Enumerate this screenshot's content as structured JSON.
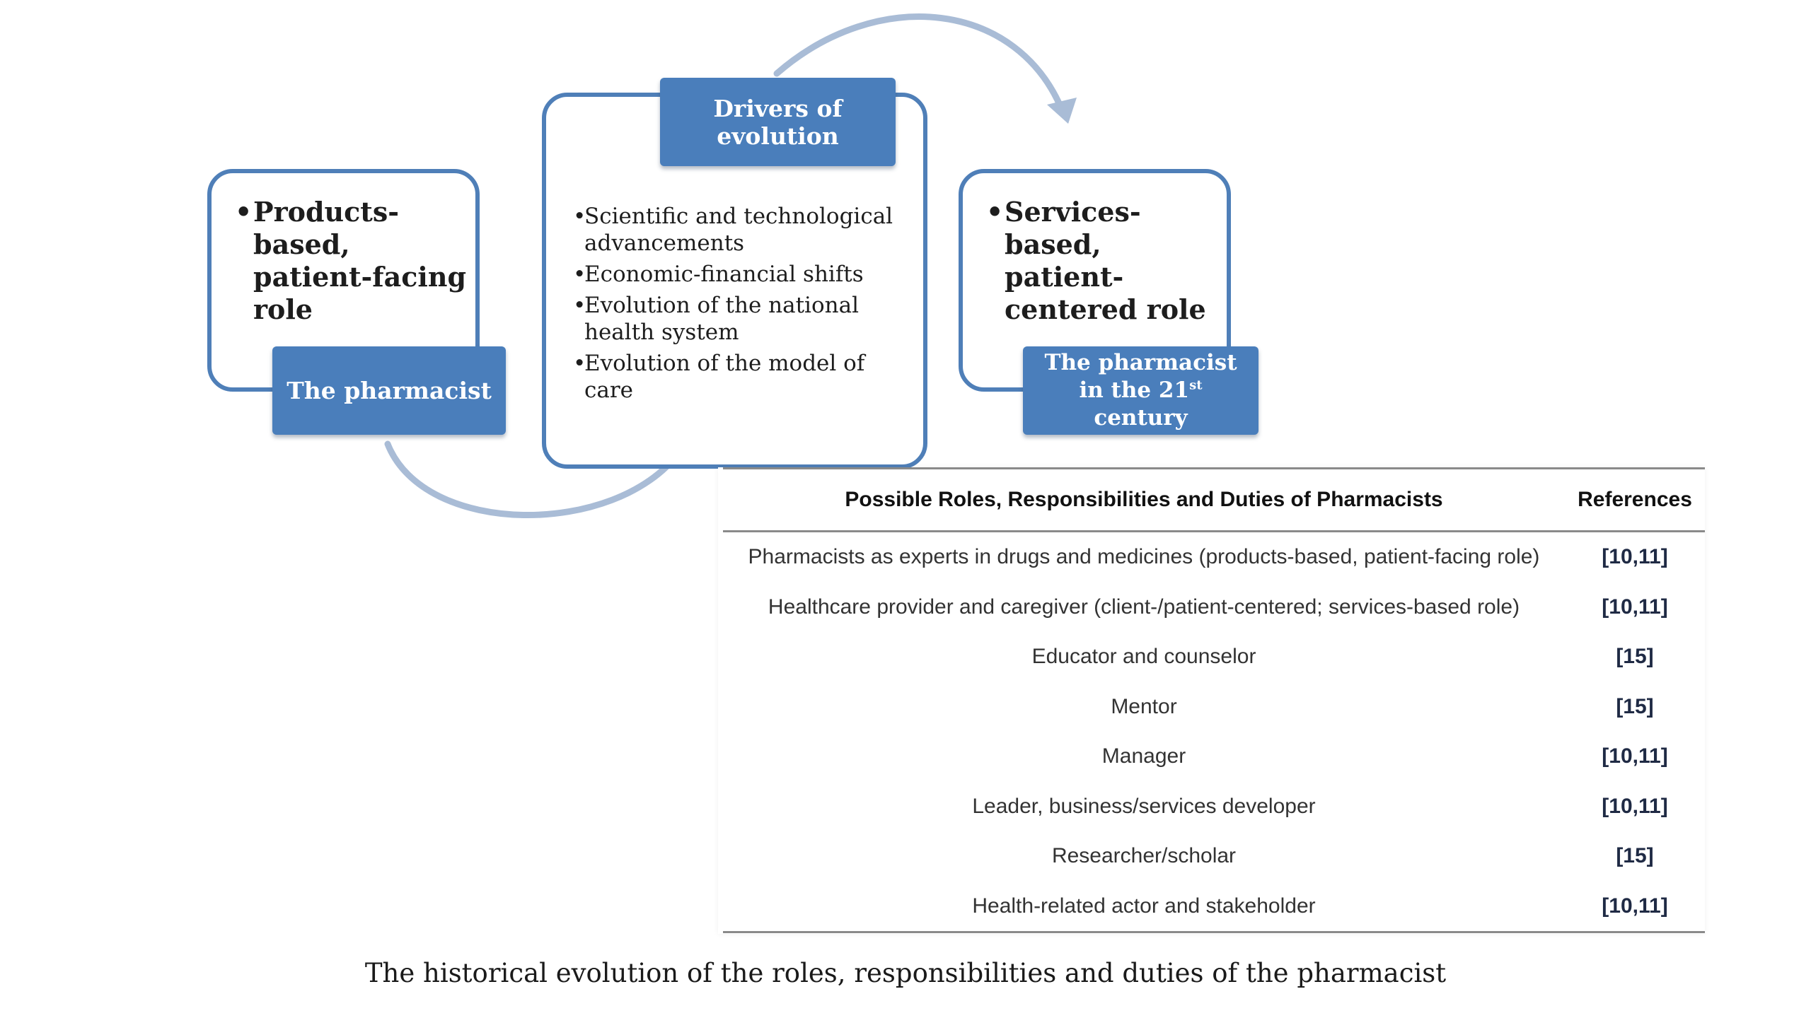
{
  "diagram": {
    "drivers_label": "Drivers of evolution",
    "drivers": [
      "Scientific and technological advancements",
      "Economic-financial shifts",
      "Evolution of the national health system",
      "Evolution of the model of care"
    ],
    "left": {
      "role": "Products-based, patient-facing role",
      "label": "The pharmacist"
    },
    "right": {
      "role": "Services-based, patient-centered role",
      "label_main": "The pharmacist in the 21",
      "label_sup": "st",
      "label_end": " century"
    }
  },
  "table": {
    "headers": [
      "Possible Roles, Responsibilities and Duties of Pharmacists",
      "References"
    ],
    "rows": [
      {
        "role": "Pharmacists as experts in drugs and medicines (products-based, patient-facing role)",
        "ref": "[10,11]"
      },
      {
        "role": "Healthcare provider and caregiver (client-/patient-centered; services-based role)",
        "ref": "[10,11]"
      },
      {
        "role": "Educator and counselor",
        "ref": "[15]"
      },
      {
        "role": "Mentor",
        "ref": "[15]"
      },
      {
        "role": "Manager",
        "ref": "[10,11]"
      },
      {
        "role": "Leader, business/services developer",
        "ref": "[10,11]"
      },
      {
        "role": "Researcher/scholar",
        "ref": "[15]"
      },
      {
        "role": "Health-related actor and stakeholder",
        "ref": "[10,11]"
      }
    ]
  },
  "caption": "The historical evolution of the roles, responsibilities and duties of the pharmacist",
  "colors": {
    "box_fill": "#4a7ebb",
    "outline": "#4f7fb8",
    "arrow": "#a9bcd6"
  }
}
